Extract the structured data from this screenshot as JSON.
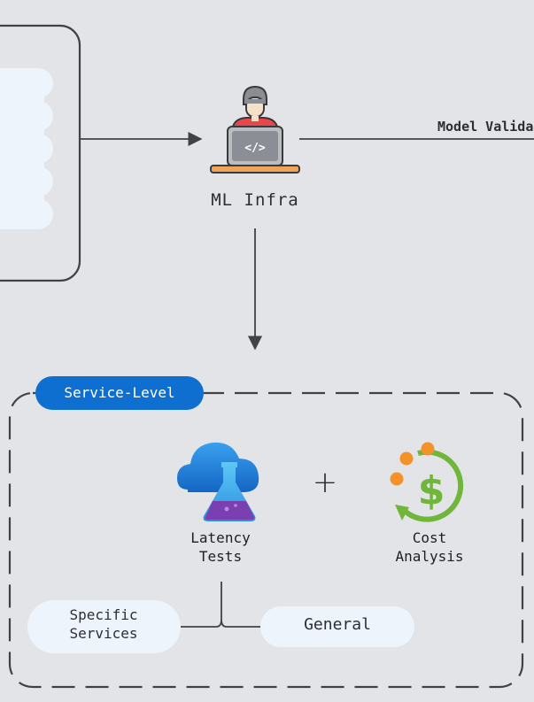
{
  "nodes": {
    "ml_infra": {
      "label": "ML Infra"
    },
    "latency_tests": {
      "label_line1": "Latency",
      "label_line2": "Tests"
    },
    "cost_analysis": {
      "label_line1": "Cost",
      "label_line2": "Analysis"
    },
    "specific_services": {
      "label_line1": "Specific",
      "label_line2": "Services"
    },
    "general": {
      "label": "General"
    }
  },
  "edges": {
    "model_validation": {
      "label": "Model Validation"
    }
  },
  "groups": {
    "service_level": {
      "label": "Service-Level"
    }
  },
  "symbols": {
    "combine": "+"
  },
  "colors": {
    "background": "#e2e4e8",
    "line": "#3f4247",
    "pill_blue": "#0f6fd0",
    "light_pill": "#eef4fc",
    "coin_green": "#6fb63a",
    "orange_dot": "#f4922a",
    "laptop_red": "#e8474d"
  }
}
